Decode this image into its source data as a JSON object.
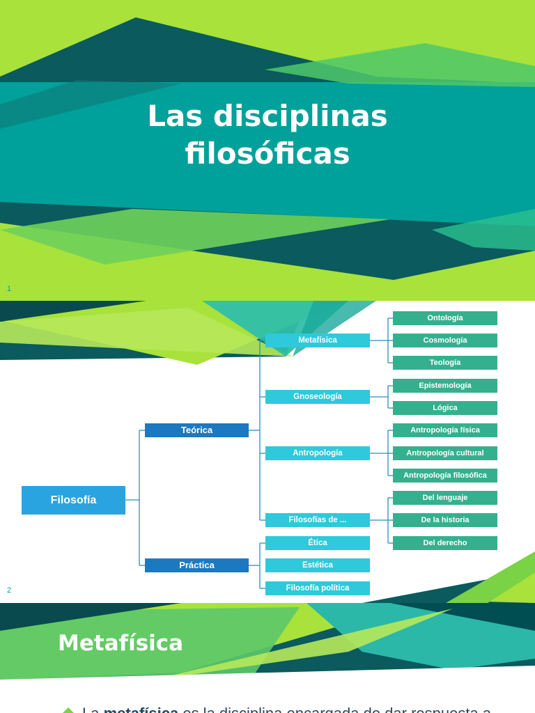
{
  "slide1": {
    "title_line1": "Las disciplinas",
    "title_line2": "filosóficas",
    "number": "1"
  },
  "slide2": {
    "number": "2",
    "root": "Filosofía",
    "branches": {
      "teorica": "Teórica",
      "practica": "Práctica"
    },
    "teorica_children": {
      "metafisica": "Metafísica",
      "gnoseologia": "Gnoseología",
      "antropologia": "Antropología",
      "filosofias_de": "Filosofías de ..."
    },
    "practica_children": {
      "etica": "Ética",
      "estetica": "Estética",
      "politica": "Filosofía política"
    },
    "metafisica_children": [
      "Ontología",
      "Cosmología",
      "Teología"
    ],
    "gnoseologia_children": [
      "Epistemología",
      "Lógica"
    ],
    "antropologia_children": [
      "Antropología física",
      "Antropología cultural",
      "Antropología filosófica"
    ],
    "filosofias_children": [
      "Del lenguaje",
      "De la historia",
      "Del derecho"
    ]
  },
  "slide3": {
    "title": "Metafísica",
    "bullet_pre": "La ",
    "bullet_bold": "metafísica",
    "bullet_post": " es la disciplina encargada de dar respuesta a"
  },
  "colors": {
    "lime": "#a8e23b",
    "teal": "#00a19a",
    "dark_teal": "#004d52",
    "root_blue": "#2aa4e0",
    "branch_blue": "#1c79c0",
    "cyan": "#2ec9da",
    "green": "#35b08f"
  }
}
